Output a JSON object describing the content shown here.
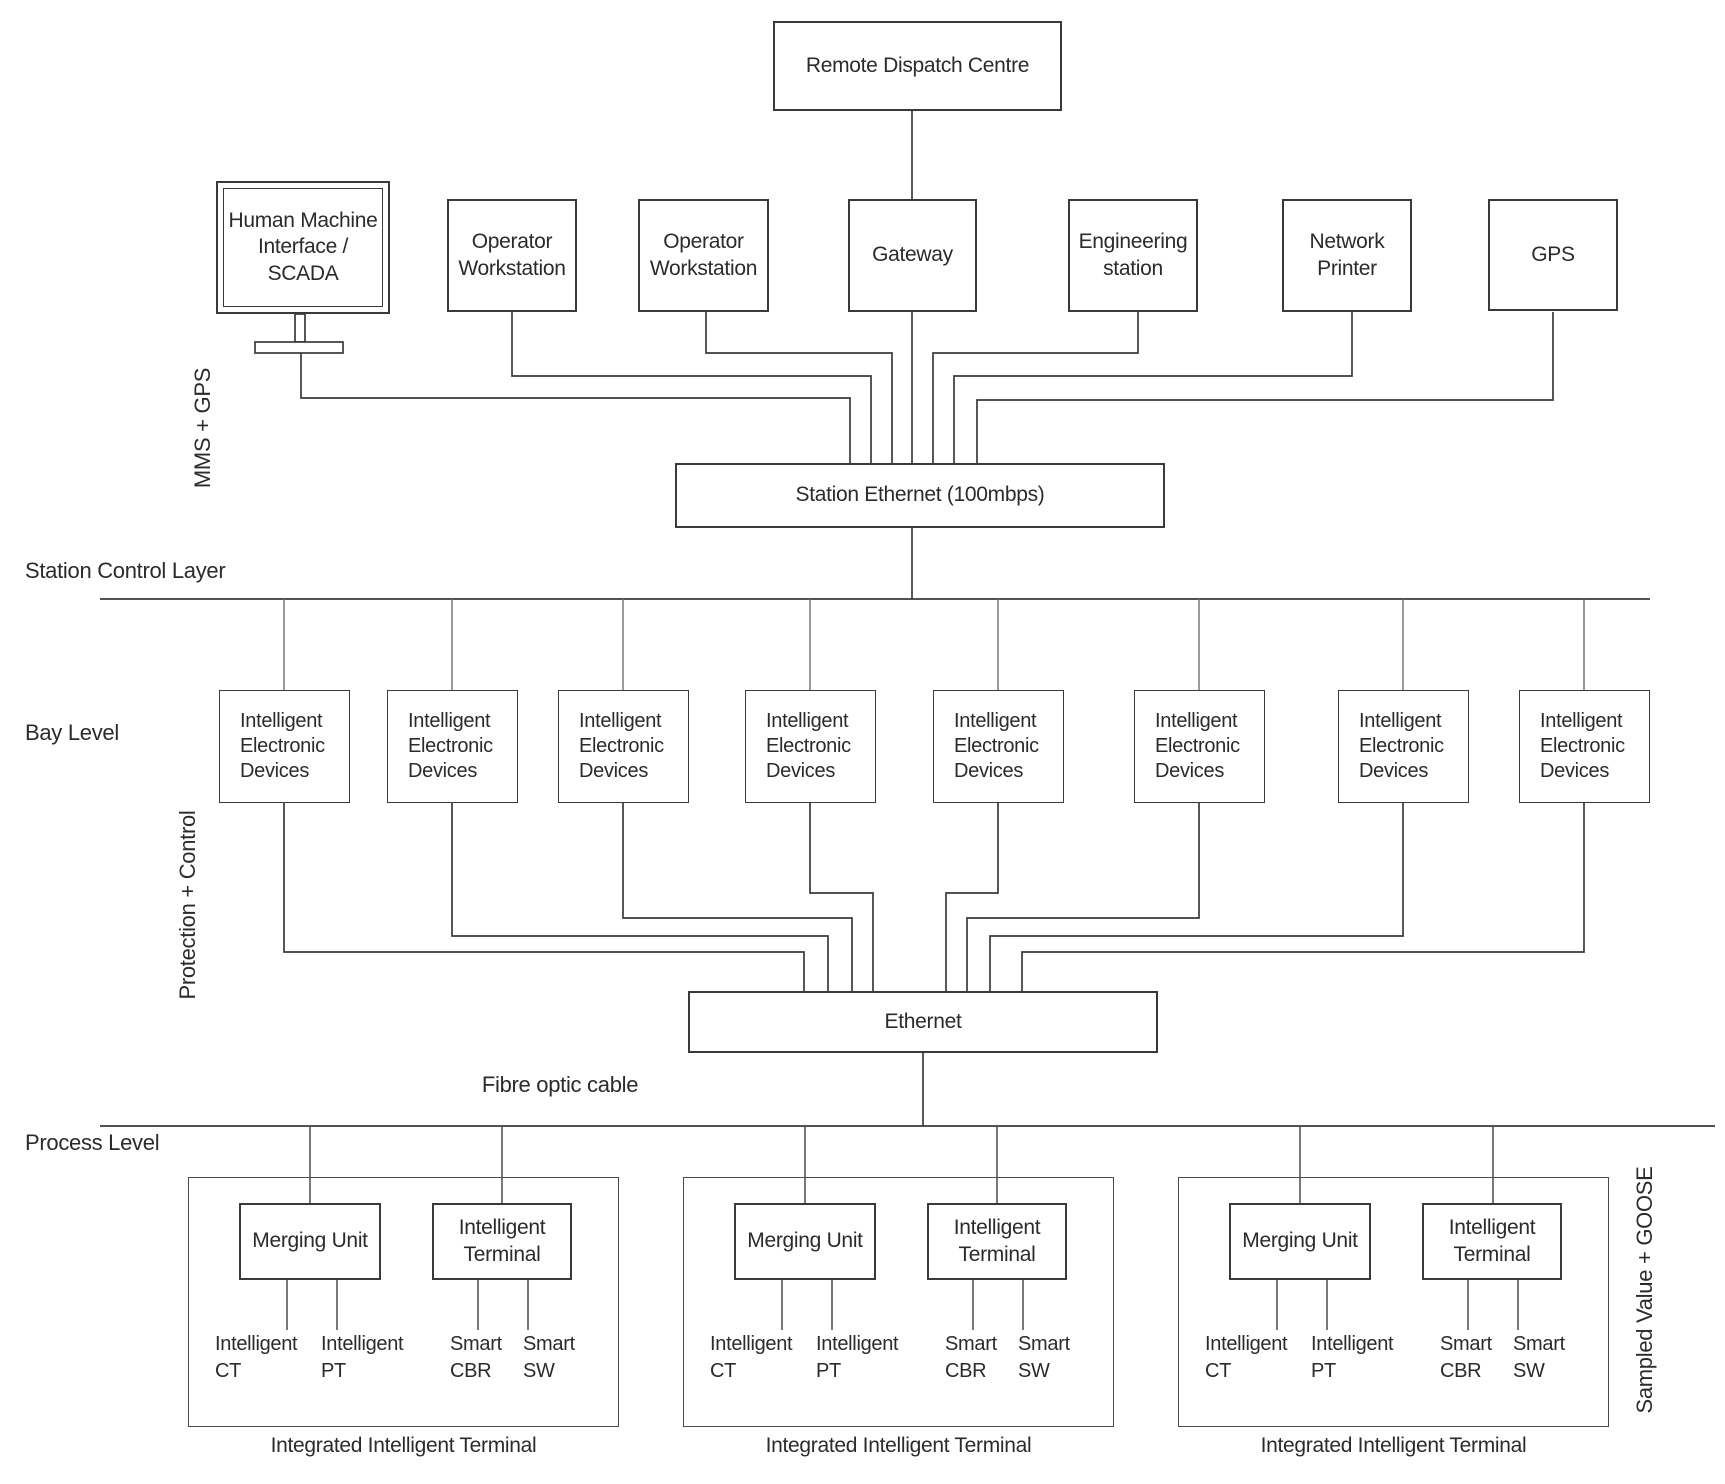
{
  "top": {
    "remote_dispatch_centre": "Remote Dispatch Centre"
  },
  "station_level": {
    "hmi_scada": "Human Machine\nInterface /\nSCADA",
    "operator_workstation_1": "Operator\nWorkstation",
    "operator_workstation_2": "Operator\nWorkstation",
    "gateway": "Gateway",
    "engineering_station": "Engineering\nstation",
    "network_printer": "Network\nPrinter",
    "gps": "GPS",
    "station_bus": "Station Ethernet  (100mbps)"
  },
  "labels": {
    "mms_gps": "MMS + GPS",
    "station_control_layer": "Station Control Layer",
    "bay_level": "Bay Level",
    "protection_control": "Protection + Control",
    "fibre_optic_cable": "Fibre optic cable",
    "process_level": "Process Level",
    "sampled_value_goose": "Sampled Value + GOOSE"
  },
  "bay_level": {
    "bus": "Ethernet",
    "ieds": [
      "Intelligent\nElectronic\nDevices",
      "Intelligent\nElectronic\nDevices",
      "Intelligent\nElectronic\nDevices",
      "Intelligent\nElectronic\nDevices",
      "Intelligent\nElectronic\nDevices",
      "Intelligent\nElectronic\nDevices",
      "Intelligent\nElectronic\nDevices",
      "Intelligent\nElectronic\nDevices"
    ]
  },
  "process_level": {
    "groups": [
      {
        "merging_unit": "Merging Unit",
        "intelligent_terminal": "Intelligent\nTerminal",
        "children": [
          "Intelligent\nCT",
          "Intelligent\nPT",
          "Smart\nCBR",
          "Smart\nSW"
        ],
        "caption": "Integrated Intelligent Terminal"
      },
      {
        "merging_unit": "Merging Unit",
        "intelligent_terminal": "Intelligent\nTerminal",
        "children": [
          "Intelligent\nCT",
          "Intelligent\nPT",
          "Smart\nCBR",
          "Smart\nSW"
        ],
        "caption": "Integrated Intelligent Terminal"
      },
      {
        "merging_unit": "Merging Unit",
        "intelligent_terminal": "Intelligent\nTerminal",
        "children": [
          "Intelligent\nCT",
          "Intelligent\nPT",
          "Smart\nCBR",
          "Smart\nSW"
        ],
        "caption": "Integrated Intelligent Terminal"
      }
    ]
  }
}
